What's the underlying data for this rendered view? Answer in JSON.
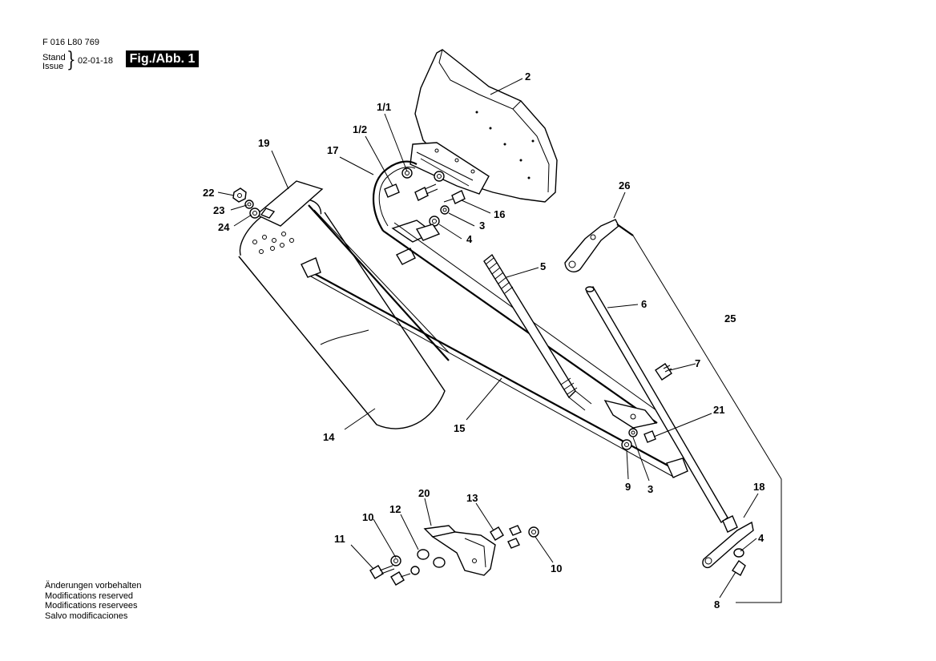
{
  "header": {
    "doc_number": "F 016 L80 769",
    "stand_label": "Stand",
    "issue_label": "Issue",
    "issue_date": "02-01-18",
    "figure_label": "Fig./Abb. 1"
  },
  "footer_notes": [
    "Änderungen vorbehalten",
    "Modifications reserved",
    "Modifications reservees",
    "Salvo modificaciones"
  ],
  "callouts": {
    "c2": "2",
    "c1_1": "1/1",
    "c1_2": "1/2",
    "c17": "17",
    "c19": "19",
    "c22": "22",
    "c23": "23",
    "c24": "24",
    "c16": "16",
    "c3a": "3",
    "c4a": "4",
    "c26": "26",
    "c5": "5",
    "c6": "6",
    "c25": "25",
    "c7": "7",
    "c21": "21",
    "c14": "14",
    "c15": "15",
    "c9": "9",
    "c3b": "3",
    "c18": "18",
    "c4b": "4",
    "c8": "8",
    "c20": "20",
    "c13": "13",
    "c10a": "10",
    "c12": "12",
    "c11": "11",
    "c10b": "10"
  }
}
